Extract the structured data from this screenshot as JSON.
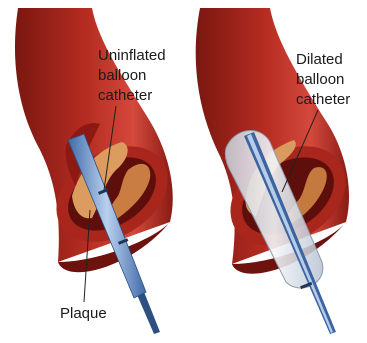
{
  "labels": {
    "left_line1": "Uninflated",
    "left_line2": "balloon",
    "left_line3": "catheter",
    "right_line1": "Dilated",
    "right_line2": "balloon",
    "right_line3": "catheter",
    "plaque": "Plaque"
  },
  "colors": {
    "vessel_outer": "#8f1d16",
    "vessel_mid": "#b12a1f",
    "vessel_highlight": "#d9574a",
    "lumen_dark": "#5e0f0b",
    "plaque": "#e0a56a",
    "plaque_dark": "#c47a3e",
    "catheter": "#5b87c4",
    "catheter_light": "#b6cdea",
    "balloon": "#dfe6ee"
  }
}
